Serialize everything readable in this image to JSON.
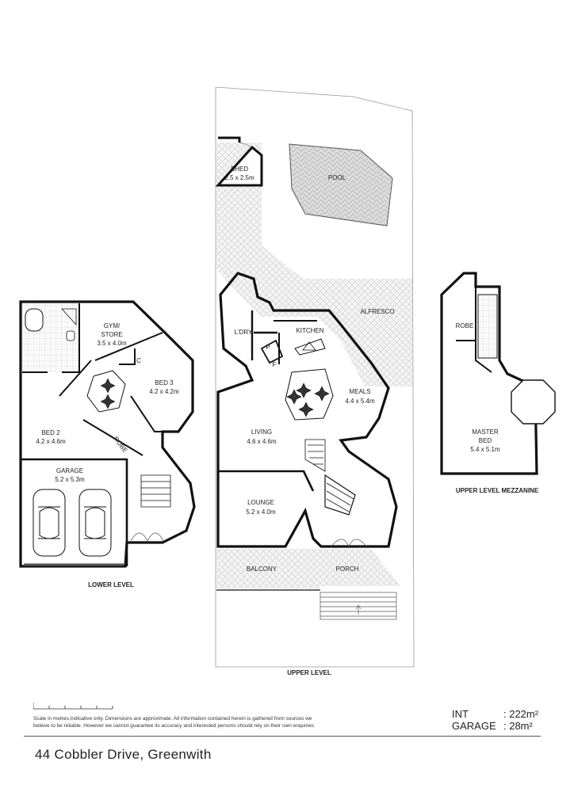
{
  "plan": {
    "pool": "POOL",
    "alfresco": "ALFRESCO",
    "upper_level": {
      "title": "UPPER LEVEL",
      "shed_name": "SHED",
      "shed_size": "2.5 x 2.5m",
      "laundry": "L'DRY",
      "kitchen": "KITCHEN",
      "pantry": "P",
      "fridge": "F",
      "meals_name": "MEALS",
      "meals_size": "4.4 x 5.4m",
      "living_name": "LIVING",
      "living_size": "4.6 x 4.6m",
      "lounge_name": "LOUNGE",
      "lounge_size": "5.2 x 4.0m",
      "balcony": "BALCONY",
      "porch": "PORCH"
    },
    "lower_level": {
      "title": "LOWER LEVEL",
      "gym_name_1": "GYM/",
      "gym_name_2": "STORE",
      "gym_size": "3.5 x 4.0m",
      "closet": "C",
      "bed3_name": "BED 3",
      "bed3_size": "4.2 x 4.2m",
      "bed2_name": "BED 2",
      "bed2_size": "4.2 x 4.6m",
      "robe": "ROBE",
      "garage_name": "GARAGE",
      "garage_size": "5.2 x 5.3m"
    },
    "mezzanine": {
      "title": "UPPER LEVEL MEZZANINE",
      "robe": "ROBE",
      "master_name_1": "MASTER",
      "master_name_2": "BED",
      "master_size": "5.4 x 5.1m"
    }
  },
  "footer": {
    "disclaimer_line1": "Scale in metres.Indicative only. Dimensions are approximate. All information contained herein is gathered from sources we",
    "disclaimer_line2": "believe to be reliable. However we cannot guarantee its accuracy and interested persons should rely on their own enquiries",
    "int_label": "INT",
    "int_value": ": 222m²",
    "garage_label": "GARAGE",
    "garage_value": ": 28m²",
    "address": "44 Cobbler Drive, Greenwith"
  }
}
